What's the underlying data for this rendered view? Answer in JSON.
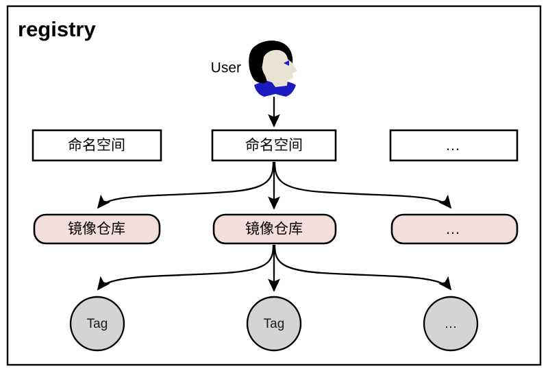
{
  "frame": {
    "title": "registry"
  },
  "actor": {
    "caption": "User",
    "icon": "user-head-profile-icon"
  },
  "rows": {
    "namespace": {
      "row_name": "namespace-row",
      "nodes": [
        {
          "label": "命名空间",
          "name": "namespace-left"
        },
        {
          "label": "命名空间",
          "name": "namespace-center"
        },
        {
          "label": "…",
          "name": "namespace-more"
        }
      ]
    },
    "repository": {
      "row_name": "repository-row",
      "nodes": [
        {
          "label": "镜像仓库",
          "name": "repository-left"
        },
        {
          "label": "镜像仓库",
          "name": "repository-center"
        },
        {
          "label": "…",
          "name": "repository-more"
        }
      ]
    },
    "tag": {
      "row_name": "tag-row",
      "nodes": [
        {
          "label": "Tag",
          "name": "tag-left"
        },
        {
          "label": "Tag",
          "name": "tag-center"
        },
        {
          "label": "…",
          "name": "tag-more"
        }
      ]
    }
  },
  "colors": {
    "frame_border": "#000000",
    "namespace_fill": "#ffffff",
    "repository_fill": "#f2dedc",
    "tag_fill": "#d4d4d4",
    "edge": "#000000",
    "hair": "#000000",
    "face": "#e8e2d2",
    "shirt": "#1a1ac0"
  }
}
